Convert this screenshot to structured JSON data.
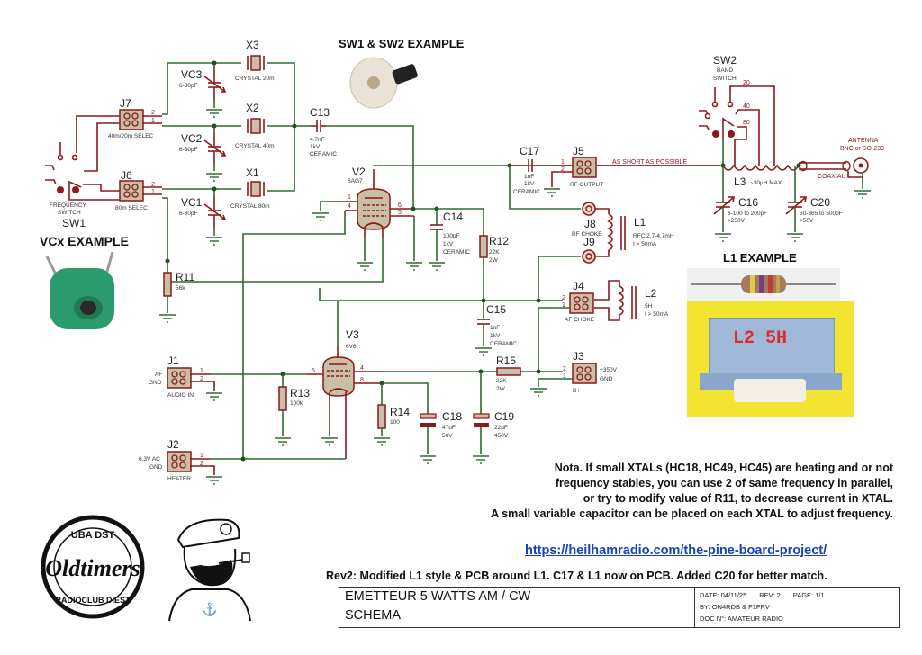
{
  "headings": {
    "sw_example": "SW1 & SW2 EXAMPLE",
    "vcx_example": "VCx EXAMPLE",
    "l1_example": "L1 EXAMPLE"
  },
  "photos": {
    "l2_label": "L2 5H"
  },
  "components": {
    "X3": {
      "ref": "X3",
      "value": "CRYSTAL 20m"
    },
    "X2": {
      "ref": "X2",
      "value": "CRYSTAL 40m"
    },
    "X1": {
      "ref": "X1",
      "value": "CRYSTAL  80m"
    },
    "VC3": {
      "ref": "VC3",
      "value": "6-30pF"
    },
    "VC2": {
      "ref": "VC2",
      "value": "6-30pF"
    },
    "VC1": {
      "ref": "VC1",
      "value": "6-30pF"
    },
    "J7": {
      "ref": "J7",
      "label": "40m/20m SELEC"
    },
    "J6": {
      "ref": "J6",
      "label": "80m SELEC"
    },
    "SW1": {
      "ref": "SW1",
      "line1": "FREQUENCY",
      "line2": "SWITCH"
    },
    "C13": {
      "ref": "C13",
      "v1": "4.7nF",
      "v2": "1kV",
      "v3": "CERAMIC"
    },
    "V2": {
      "ref": "V2",
      "value": "6AG7"
    },
    "C14": {
      "ref": "C14",
      "v1": "100pF",
      "v2": "1kV",
      "v3": "CERAMIC"
    },
    "R12": {
      "ref": "R12",
      "v1": "22K",
      "v2": "2W"
    },
    "C17": {
      "ref": "C17",
      "v1": "1nF",
      "v2": "1kV",
      "v3": "CERAMIC"
    },
    "J5": {
      "ref": "J5",
      "label": "RF OUTPUT"
    },
    "J8": {
      "ref": "J8",
      "label": "RF CHOKE"
    },
    "J9": {
      "ref": "J9"
    },
    "L1": {
      "ref": "L1",
      "v1": "RFC 2.7-4.7mH",
      "v2": "I > 50mA"
    },
    "SW2": {
      "ref": "SW2",
      "line1": "BAND",
      "line2": "SWITCH",
      "taps": [
        "20",
        "40",
        "80"
      ]
    },
    "L3": {
      "ref": "L3",
      "value": "~30µH MAX"
    },
    "C16": {
      "ref": "C16",
      "v1": "6-100 to 200pF",
      "v2": ">250V"
    },
    "C20": {
      "ref": "C20",
      "v1": "50-365 to 500pF",
      "v2": ">50V"
    },
    "antenna": {
      "line1": "ANTENNA",
      "line2": "BNC or SO-239"
    },
    "coax": {
      "label": "COAXIAL"
    },
    "rf_note": "AS SHORT AS POSSIBLE",
    "R11": {
      "ref": "R11",
      "value": "56k"
    },
    "J4": {
      "ref": "J4",
      "label": "AF CHOKE"
    },
    "L2": {
      "ref": "L2",
      "v1": "5H",
      "v2": "I > 50mA"
    },
    "C15": {
      "ref": "C15",
      "v1": "1nF",
      "v2": "1kV",
      "v3": "CERAMIC"
    },
    "J1": {
      "ref": "J1",
      "pin1": "AF",
      "pin2": "GND",
      "label": "AUDIO IN"
    },
    "R13": {
      "ref": "R13",
      "value": "100k"
    },
    "V3": {
      "ref": "V3",
      "value": "6V6"
    },
    "R14": {
      "ref": "R14",
      "value": "100"
    },
    "R15": {
      "ref": "R15",
      "v1": "22K",
      "v2": "2W"
    },
    "J3": {
      "ref": "J3",
      "pin1": "+350V",
      "pin2": "GND",
      "label": "B+"
    },
    "C18": {
      "ref": "C18",
      "v1": "47uF",
      "v2": "50V"
    },
    "C19": {
      "ref": "C19",
      "v1": "22uF",
      "v2": "450V"
    },
    "J2": {
      "ref": "J2",
      "pin1": "6.3V AC",
      "pin2": "GND",
      "label": "HEATER"
    }
  },
  "note": {
    "lines": [
      "Nota. If small XTALs (HC18, HC49, HC45) are heating and or not",
      "frequency stables, you can use 2 of same frequency in parallel,",
      "or try to modify value of R11, to decrease current in XTAL.",
      "A small variable capacitor can be placed on each XTAL to adjust frequency."
    ]
  },
  "link": "https://heilhamradio.com/the-pine-board-project/",
  "revision_note": "Rev2: Modified L1 style & PCB around L1. C17 & L1 now on PCB. Added C20 for better match.",
  "title_block": {
    "title": "EMETTEUR 5 WATTS  AM / CW",
    "subtitle": "SCHEMA",
    "date": "DATE: 04/11/25",
    "rev": "REV: 2",
    "page": "PAGE:  1/1",
    "by": "BY:  ON4RDB & F1FRV",
    "doc": "DOC N°:  AMATEUR RADIO"
  },
  "logo": {
    "top": "UBA DST",
    "name": "Oldtimers",
    "bottom": "RADIOCLUB DIEST"
  }
}
